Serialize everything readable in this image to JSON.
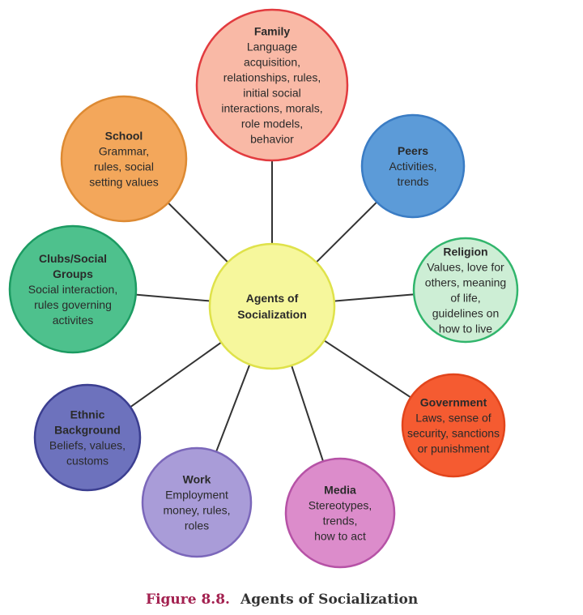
{
  "center": {
    "lines": [
      "Agents of",
      "Socialization"
    ],
    "fill": "#f6f79c",
    "stroke": "#dfe24a"
  },
  "agents": [
    {
      "id": "family",
      "title": "Family",
      "lines": [
        "Language",
        "acquisition,",
        "relationships, rules,",
        "initial social",
        "interactions, morals,",
        "role models,",
        "behavior"
      ],
      "fill": "#f9b9a6",
      "stroke": "#e23b3f"
    },
    {
      "id": "peers",
      "title": "Peers",
      "lines": [
        "Activities,",
        "trends"
      ],
      "fill": "#5c9bd8",
      "stroke": "#3a7cc4"
    },
    {
      "id": "religion",
      "title": "Religion",
      "lines": [
        "Values, love for",
        "others, meaning",
        "of life,",
        "guidelines on",
        "how to live"
      ],
      "fill": "#cdeed5",
      "stroke": "#31b56c"
    },
    {
      "id": "government",
      "title": "Government",
      "lines": [
        "Laws, sense of",
        "security, sanctions",
        "or punishment"
      ],
      "fill": "#f55b31",
      "stroke": "#e2451c"
    },
    {
      "id": "media",
      "title": "Media",
      "lines": [
        "Stereotypes,",
        "trends,",
        "how to act"
      ],
      "fill": "#dc8ccb",
      "stroke": "#b652a6"
    },
    {
      "id": "work",
      "title": "Work",
      "lines": [
        "Employment",
        "money, rules,",
        "roles"
      ],
      "fill": "#a99cd8",
      "stroke": "#7b67ba"
    },
    {
      "id": "ethnic",
      "title": "Ethnic",
      "title2": "Background",
      "lines": [
        "Beliefs, values,",
        "customs"
      ],
      "fill": "#6d72bd",
      "stroke": "#3b3e90"
    },
    {
      "id": "clubs",
      "title": "Clubs/Social",
      "title2": "Groups",
      "lines": [
        "Social interaction,",
        "rules governing",
        "activites"
      ],
      "fill": "#4ec18d",
      "stroke": "#1c9b62"
    },
    {
      "id": "school",
      "title": "School",
      "lines": [
        "Grammar,",
        "rules, social",
        "setting values"
      ],
      "fill": "#f3a75b",
      "stroke": "#dd8a33"
    }
  ],
  "caption": {
    "label": "Figure 8.8.",
    "title": "Agents of Socialization",
    "label_color": "#a3204f"
  }
}
